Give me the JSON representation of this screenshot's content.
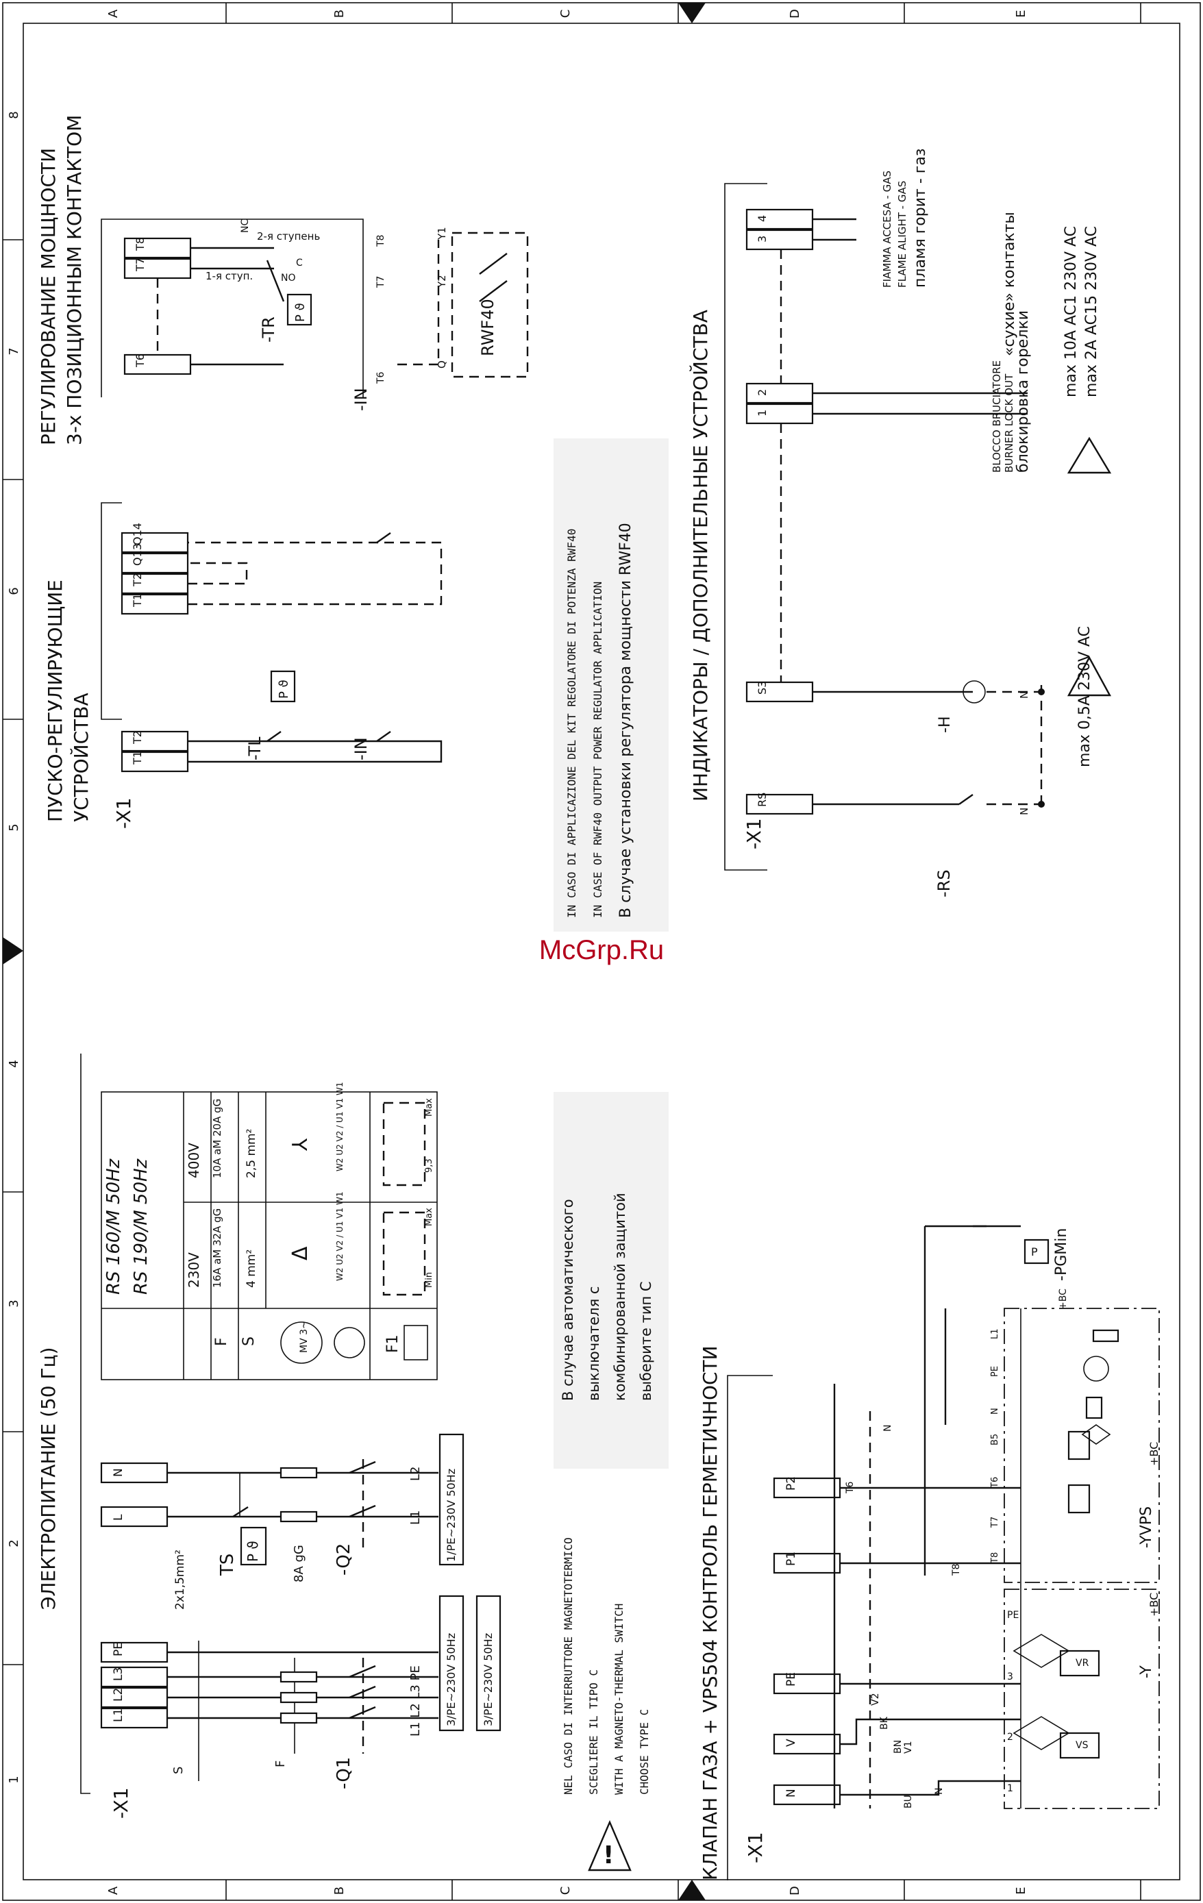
{
  "watermark": "McGrp.Ru",
  "frame": {
    "rows": [
      "A",
      "B",
      "C",
      "D",
      "E"
    ],
    "cols": [
      "1",
      "2",
      "3",
      "4",
      "5",
      "6",
      "7",
      "8"
    ]
  },
  "power": {
    "title": "ЭЛЕКТРОПИТАНИЕ (50 Гц)",
    "terminal_block": "-X1",
    "terminals": [
      "L1",
      "L2",
      "L3",
      "PE",
      "L",
      "N"
    ],
    "labels": {
      "s": "S",
      "f": "F",
      "q1": "-Q1",
      "q2": "-Q2",
      "ts": "TS",
      "ts_probe": "P ϑ",
      "cable": "2x1,5mm²",
      "fuse": "8A gG",
      "l1l2l3pe": "L1 L2 L3 PE",
      "l1": "L1",
      "l2": "L2"
    },
    "supply": [
      "3/PE∼230V 50Hz",
      "3/PE∼230V 50Hz",
      "1/PE∼230V 50Hz"
    ]
  },
  "table": {
    "model_1": "RS 160/M  50Hz",
    "model_2": "RS 190/M  50Hz",
    "col_230": "230V",
    "col_400": "400V",
    "row_f": "F",
    "row_s": "S",
    "f_230": "16A aM\n32A gG",
    "f_400": "10A aM\n20A gG",
    "s_230": "4 mm²",
    "s_400": "2,5 mm²",
    "delta": "Δ",
    "star": "⅄",
    "motor": "MV 3~",
    "f1": "F1",
    "windings": "W2 U2 V2 / U1 V1 W1",
    "min": "Min",
    "max": "Max",
    "setting": "9,3"
  },
  "breaker_note": {
    "it_1": "NEL CASO DI INTERRUTTORE MAGNETOTERMICO",
    "it_2": "SCEGLIERE IL TIPO C",
    "en_1": "WITH A MAGNETO-THERMAL SWITCH",
    "en_2": "CHOOSE TYPE C",
    "ru_1": "В случае автоматического",
    "ru_2": "выключателя с",
    "ru_3": "комбинированной защитой",
    "ru_4": "выберите тип С"
  },
  "gas": {
    "title": "КЛАПАН ГАЗА + VPS504 КОНТРОЛЬ ГЕРМЕТИЧНОСТИ",
    "terminal_block": "-X1",
    "terminals": [
      "N",
      "V",
      "PE",
      "P1",
      "P2"
    ],
    "wires": [
      "BU",
      "BN",
      "BK",
      "N",
      "V1",
      "V2",
      "T8",
      "T6",
      "N"
    ],
    "vps_pins": [
      "T8",
      "T7",
      "T6",
      "B5",
      "N",
      "PE",
      "L1"
    ],
    "valve_pins": [
      "1",
      "2",
      "3",
      "PE"
    ],
    "y": "-Y",
    "bc": "+BC",
    "yvps": "-YVPS",
    "pgmin": "-PGMin",
    "vs": "VS",
    "vr": "VR",
    "p": "P"
  },
  "starting": {
    "title_1": "ПУСКО-РЕГУЛИРУЮЩИЕ",
    "title_2": "УСТРОЙСТВА",
    "terminal_block": "-X1",
    "terminals": [
      "T1",
      "T2",
      "T1",
      "T2",
      "Q13",
      "Q14"
    ],
    "tl": "-TL",
    "probe": "P ϑ",
    "in": "-IN"
  },
  "rwf_note": {
    "it": "IN CASO DI APPLICAZIONE DEL KIT REGOLATORE DI POTENZA RWF40",
    "en": "IN CASE OF RWF40 OUTPUT POWER REGULATOR APPLICATION",
    "ru": "В случае установки регулятора мощности RWF40"
  },
  "modulation": {
    "title_1": "РЕГУЛИРОВАНИЕ МОЩНОСТИ",
    "title_2": "3-х ПОЗИЦИОННЫМ КОНТАКТОМ",
    "terminals": [
      "T6",
      "T7",
      "T8"
    ],
    "stage_2": "2-я ступень",
    "stage_1": "1-я ступ.",
    "nc": "NC",
    "no": "NO",
    "c": "C",
    "tr": "-TR",
    "rwf": "RWF40",
    "y1": "Y1",
    "y2": "Y2",
    "q": "Q",
    "t6": "T6",
    "t7": "T7",
    "t8": "T8"
  },
  "indicators": {
    "title": "ИНДИКАТОРЫ / ДОПОЛНИТЕЛЬНЫЕ УСТРОЙСТВА",
    "terminal_block": "-X1",
    "terminals": [
      "RS",
      "S3",
      "1",
      "2",
      "3",
      "4"
    ],
    "rs": "-RS",
    "h": "-H",
    "n": "N",
    "lamp_rating": "max 0,5A 230V AC",
    "lockout_it": "BLOCCO BRUCIATORE",
    "lockout_en": "BURNER LOCK OUT",
    "lockout_ru": "блокировка горелки",
    "flame_it": "FIAMMA ACCESA - GAS",
    "flame_en": "FLAME ALIGHT - GAS",
    "flame_ru": "пламя горит - газ",
    "dry": "«сухие» контакты",
    "rating_1": "max 10A AC1 230V AC",
    "rating_2": "max 2A AC15 230V AC"
  }
}
